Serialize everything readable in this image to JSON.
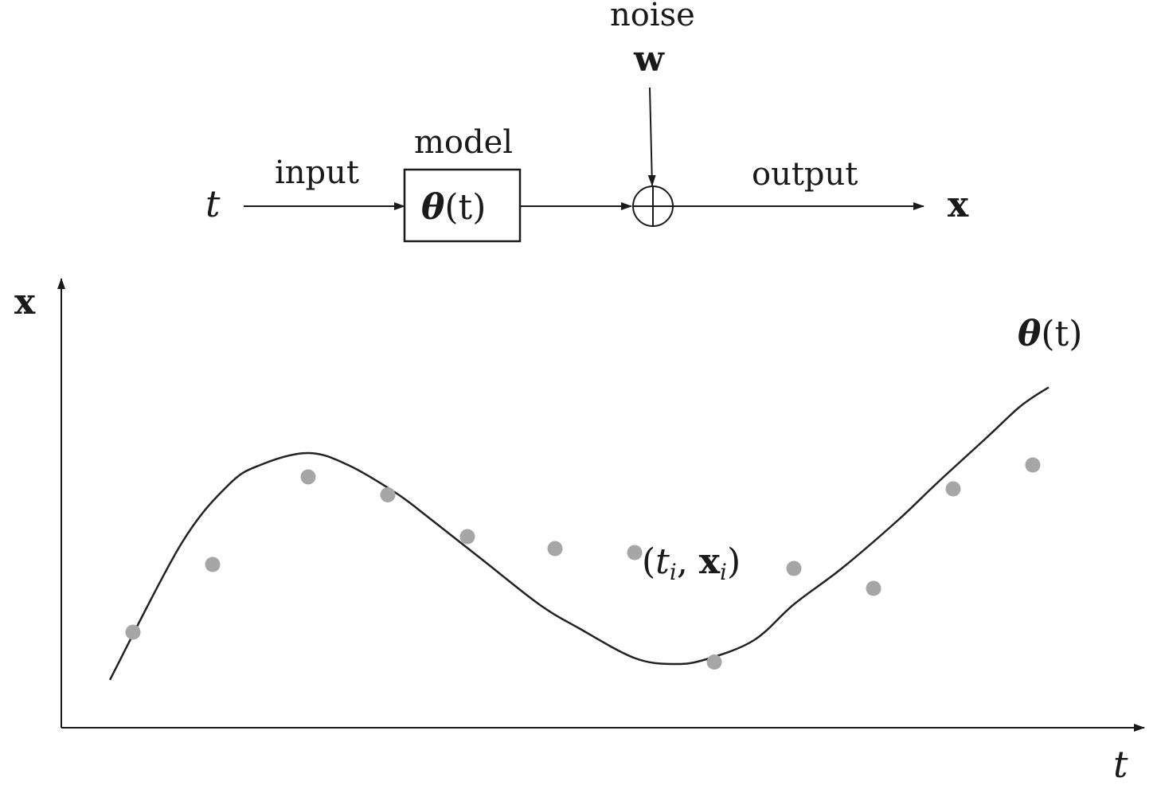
{
  "block_diagram": {
    "input_symbol": "t",
    "input_label": "input",
    "model_label": "model",
    "model_symbol_bold": "θ",
    "model_symbol_arg": "(t)",
    "noise_label": "noise",
    "noise_symbol": "w",
    "output_label": "output",
    "output_symbol": "x",
    "summer_icon": "circle-plus"
  },
  "chart_data": {
    "type": "scatter",
    "ylabel": "x",
    "xlabel": "t",
    "curve_label_bold": "θ",
    "curve_label_arg": "(t)",
    "point_label": {
      "open": "(",
      "t": "t",
      "t_sub": "i",
      "comma": ", ",
      "x": "x",
      "x_sub": "i",
      "close": ")"
    },
    "xlim": [
      0,
      13
    ],
    "ylim": [
      0,
      10
    ],
    "series": [
      {
        "type": "line",
        "x": [
          0.61,
          1.5,
          2.1,
          2.5,
          3.1,
          3.6,
          4.2,
          4.6,
          5.3,
          6.0,
          6.5,
          7.2,
          7.7,
          8.1,
          8.7,
          9.2,
          9.8,
          10.5,
          11.0,
          11.6,
          12.0,
          12.2,
          12.4
        ],
        "y": [
          1.2,
          4.6,
          6.1,
          6.6,
          6.9,
          6.6,
          5.9,
          5.3,
          4.2,
          3.1,
          2.5,
          1.75,
          1.6,
          1.72,
          2.2,
          3.1,
          4.0,
          5.2,
          6.15,
          7.25,
          8.0,
          8.3,
          8.55
        ]
      },
      {
        "type": "scatter",
        "color": "#a6a6a6",
        "x": [
          0.9,
          1.9,
          3.1,
          4.1,
          5.1,
          6.2,
          7.2,
          8.2,
          9.2,
          10.2,
          11.2,
          12.2
        ],
        "y": [
          2.4,
          4.1,
          6.3,
          5.85,
          4.8,
          4.5,
          4.4,
          1.65,
          4.0,
          3.5,
          6.0,
          6.6
        ]
      }
    ],
    "grid": false
  }
}
